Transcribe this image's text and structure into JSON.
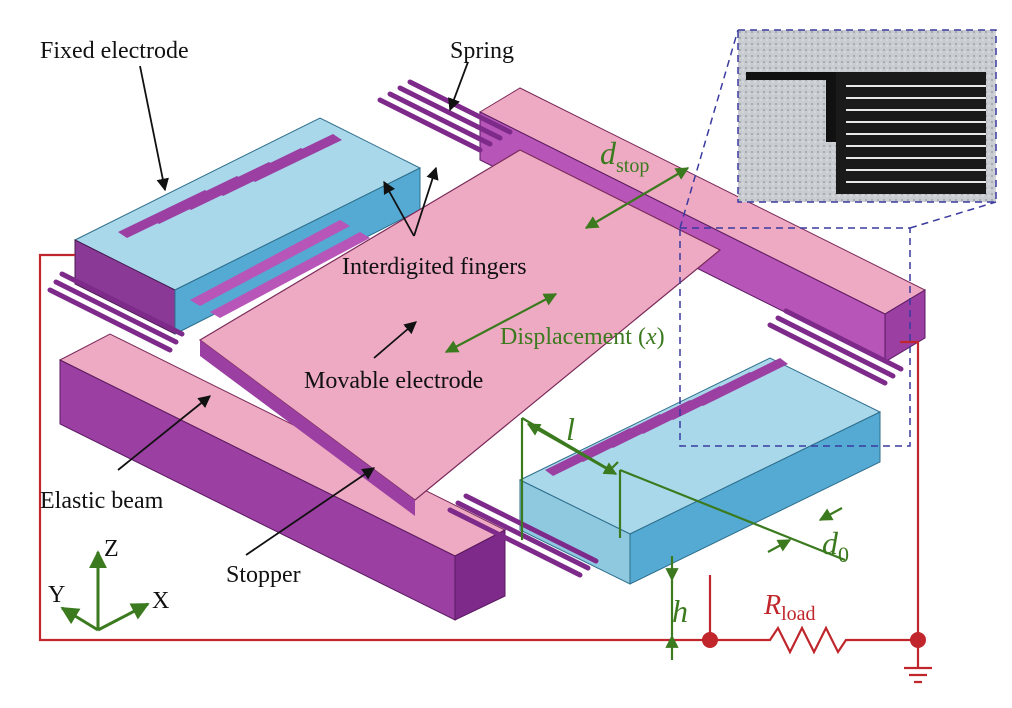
{
  "labels": {
    "fixed_electrode": "Fixed electrode",
    "spring": "Spring",
    "interdigited_fingers": "Interdigited fingers",
    "displacement": "Displacement (",
    "displacement_var": "x",
    "displacement_close": ")",
    "movable_electrode": "Movable electrode",
    "elastic_beam": "Elastic beam",
    "stopper": "Stopper",
    "d_stop_main": "d",
    "d_stop_sub": "stop",
    "l": "l",
    "d0_main": "d",
    "d0_sub": "0",
    "h": "h",
    "r_load_main": "R",
    "r_load_sub": "load",
    "axis_x": "X",
    "axis_y": "Y",
    "axis_z": "Z"
  },
  "colors": {
    "pink": "#eeaac2",
    "purple": "#9b3fa3",
    "purple_dark": "#7d2a8a",
    "blue": "#a9d8ea",
    "blue_dark": "#55aad3",
    "green": "#3b7a1e",
    "red": "#c0262b"
  }
}
